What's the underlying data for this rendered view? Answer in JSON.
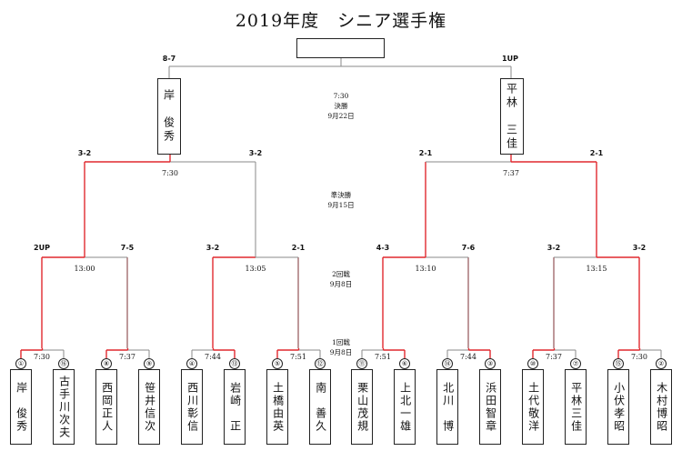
{
  "title": "2019年度　シニア選手権",
  "final": {
    "left_score": "8-7",
    "right_score": "1UP",
    "time": "7:30",
    "name": "決勝",
    "date": "9月22日",
    "left_finalist": "岸　俊秀",
    "right_finalist": "平林　三佳"
  },
  "semi": {
    "name": "準決勝",
    "date": "9月15日",
    "left": {
      "time": "7:30",
      "score_a": "3-2",
      "score_b": "3-2"
    },
    "right": {
      "time": "7:37",
      "score_a": "2-1",
      "score_b": "2-1"
    }
  },
  "round2": {
    "name": "2回戦",
    "date": "9月8日",
    "matches": [
      {
        "time": "13:00",
        "score_a": "2UP",
        "score_b": "7-5"
      },
      {
        "time": "13:05",
        "score_a": "3-2",
        "score_b": "2-1"
      },
      {
        "time": "13:10",
        "score_a": "4-3",
        "score_b": "7-6"
      },
      {
        "time": "13:15",
        "score_a": "3-2",
        "score_b": "3-2"
      }
    ]
  },
  "round1": {
    "name": "1回戦",
    "date": "9月8日",
    "times": [
      "7:30",
      "7:37",
      "7:44",
      "7:51",
      "7:51",
      "7:44",
      "7:37",
      "7:30"
    ]
  },
  "players": [
    {
      "seed": "①",
      "name": "岸　俊秀"
    },
    {
      "seed": "⑯",
      "name": "古手川次夫"
    },
    {
      "seed": "⑧",
      "name": "西岡正人"
    },
    {
      "seed": "⑨",
      "name": "笹井信次"
    },
    {
      "seed": "④",
      "name": "西川彰信"
    },
    {
      "seed": "⑬",
      "name": "岩崎　正"
    },
    {
      "seed": "⑤",
      "name": "土橋由英"
    },
    {
      "seed": "⑫",
      "name": "南　善久"
    },
    {
      "seed": "⑪",
      "name": "栗山茂規"
    },
    {
      "seed": "⑥",
      "name": "上北一雄"
    },
    {
      "seed": "⑭",
      "name": "北川　博"
    },
    {
      "seed": "③",
      "name": "浜田智章"
    },
    {
      "seed": "⑩",
      "name": "土代敬洋"
    },
    {
      "seed": "⑦",
      "name": "平林三佳"
    },
    {
      "seed": "⑮",
      "name": "小伏孝昭"
    },
    {
      "seed": "②",
      "name": "木村博昭"
    }
  ],
  "colors": {
    "winner_line": "#e0292f",
    "loser_line": "#888888"
  }
}
